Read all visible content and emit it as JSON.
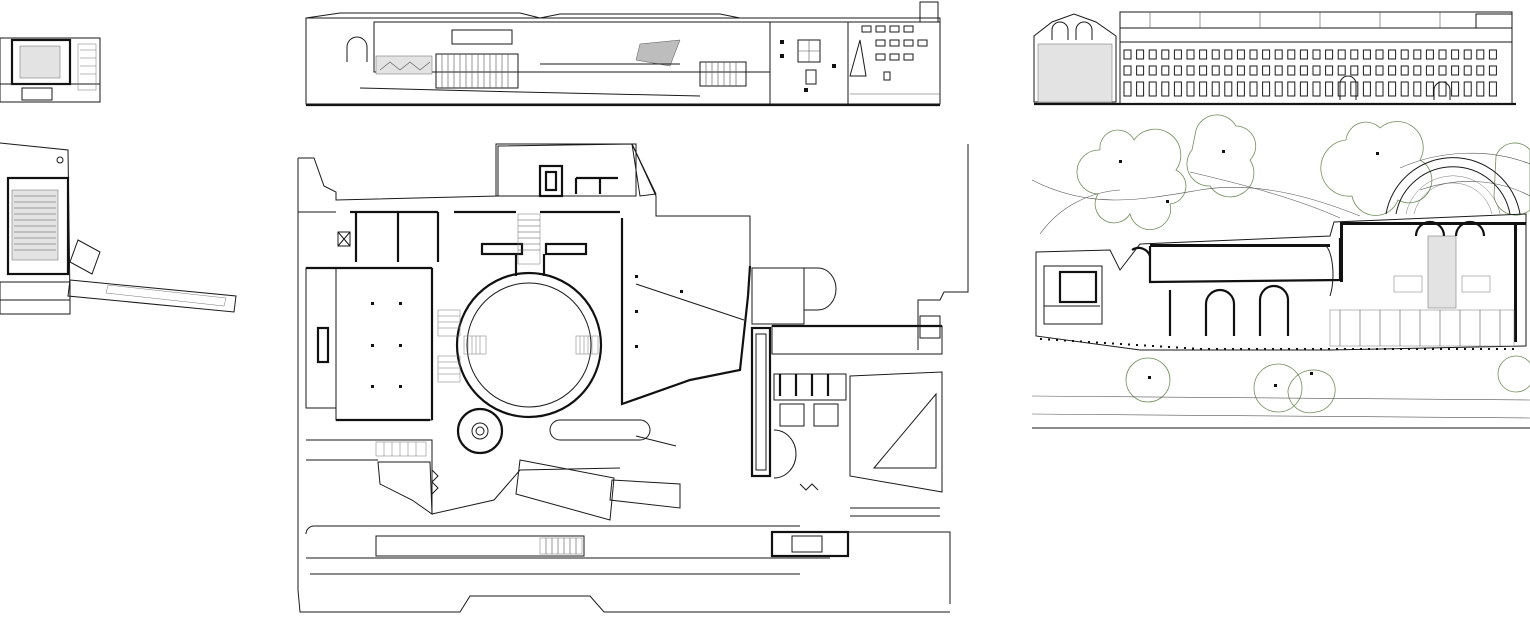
{
  "drawing": {
    "panels": [
      {
        "id": "left-section-plan",
        "kind": "plan"
      },
      {
        "id": "main-elevation",
        "kind": "elevation"
      },
      {
        "id": "right-elevation",
        "kind": "elevation"
      },
      {
        "id": "main-floor-plan",
        "kind": "plan"
      },
      {
        "id": "site-plan",
        "kind": "site-plan"
      }
    ],
    "colors": {
      "linework": "#1a1a1a",
      "trees": "#6f8f5a",
      "fill_grey": "#bdbdbd",
      "background": "#ffffff"
    }
  }
}
